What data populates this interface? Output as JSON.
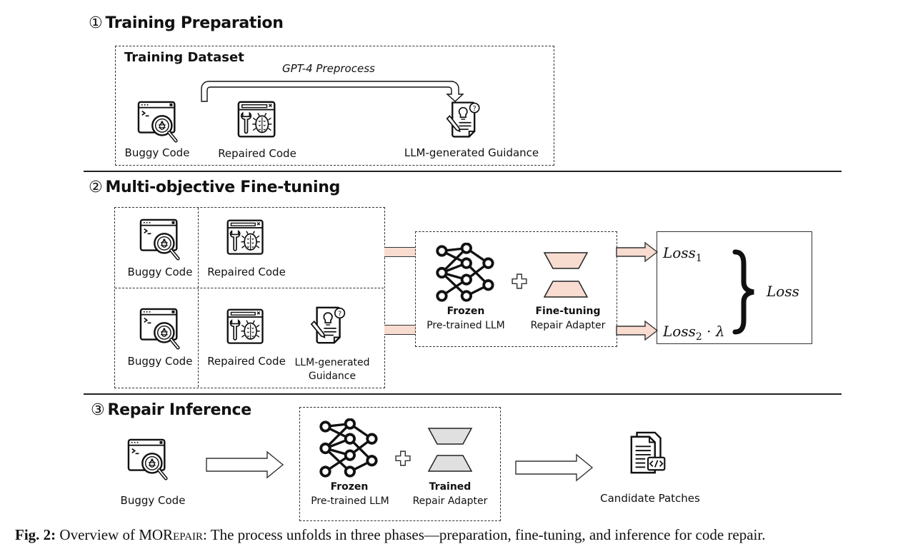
{
  "sections": {
    "prep": {
      "number": "①",
      "title": "Training Preparation",
      "dataset_title": "Training Dataset",
      "arrow_label": "GPT-4 Preprocess",
      "items": [
        "Buggy Code",
        "Repaired Code",
        "LLM-generated Guidance"
      ]
    },
    "finetune": {
      "number": "②",
      "title": "Multi-objective Fine-tuning",
      "row1": [
        "Buggy Code",
        "Repaired Code"
      ],
      "row2": [
        "Buggy Code",
        "Repaired Code",
        "LLM-generated",
        "Guidance"
      ],
      "model": {
        "llm_bold": "Frozen",
        "llm_label": "Pre-trained LLM",
        "adapter_bold": "Fine-tuning",
        "adapter_label": "Repair Adapter"
      },
      "loss": {
        "loss1": "Loss",
        "loss1_sub": "1",
        "loss2": "Loss",
        "loss2_sub": "2",
        "loss2_suffix": " · λ",
        "total": "Loss"
      }
    },
    "inference": {
      "number": "③",
      "title": "Repair Inference",
      "input": "Buggy Code",
      "llm_bold": "Frozen",
      "llm_label": "Pre-trained LLM",
      "adapter_bold": "Trained",
      "adapter_label": "Repair Adapter",
      "output": "Candidate Patches"
    }
  },
  "colors": {
    "adapter_finetune": "#f8dcd0",
    "adapter_trained": "#e0e0e0",
    "arrow_pink": "#f8dcd0"
  },
  "caption": {
    "fig": "Fig. 2:",
    "pre": " Overview of ",
    "name_mo": "MOR",
    "name_rest": "epair",
    "post": ": The process unfolds in three phases—preparation, fine-tuning, and inference for code repair."
  }
}
